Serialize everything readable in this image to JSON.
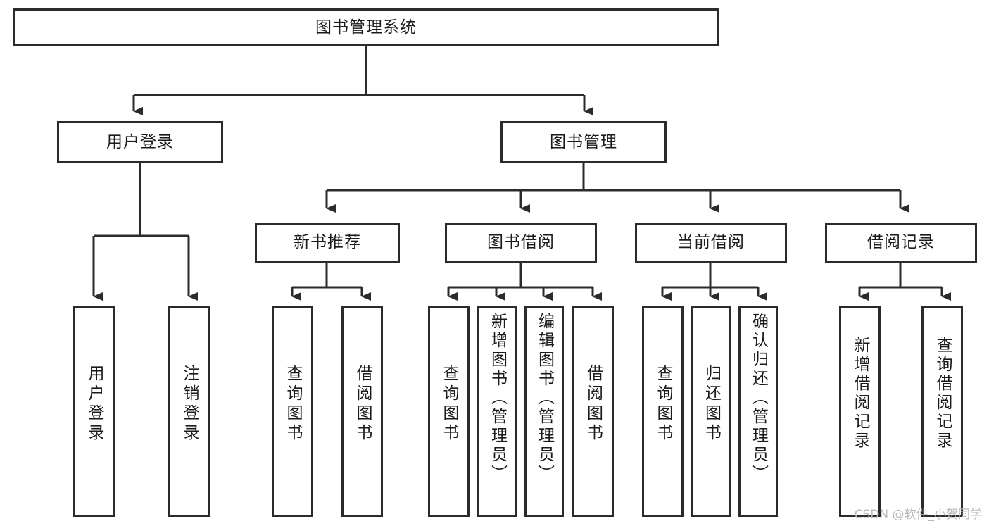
{
  "diagram": {
    "type": "tree-hierarchy-flowchart",
    "title": "图书管理系统",
    "root": {
      "id": "root",
      "label": "图书管理系统"
    },
    "level2": [
      {
        "id": "user-login",
        "label": "用户登录"
      },
      {
        "id": "book-manage",
        "label": "图书管理"
      }
    ],
    "level3": [
      {
        "id": "new-book-recommend",
        "label": "新书推荐",
        "parent": "book-manage"
      },
      {
        "id": "book-borrow",
        "label": "图书借阅",
        "parent": "book-manage"
      },
      {
        "id": "current-borrow",
        "label": "当前借阅",
        "parent": "book-manage"
      },
      {
        "id": "borrow-record",
        "label": "借阅记录",
        "parent": "book-manage"
      }
    ],
    "leaves": [
      {
        "id": "leaf-user-login",
        "label": "用户登录",
        "parent": "user-login"
      },
      {
        "id": "leaf-logout-login",
        "label": "注销登录",
        "parent": "user-login"
      },
      {
        "id": "leaf-query-book-1",
        "label": "查询图书",
        "parent": "new-book-recommend"
      },
      {
        "id": "leaf-borrow-book-1",
        "label": "借阅图书",
        "parent": "new-book-recommend"
      },
      {
        "id": "leaf-query-book-2",
        "label": "查询图书",
        "parent": "book-borrow"
      },
      {
        "id": "leaf-add-book",
        "label": "新增图书（管理员）",
        "parent": "book-borrow"
      },
      {
        "id": "leaf-edit-book",
        "label": "编辑图书（管理员）",
        "parent": "book-borrow"
      },
      {
        "id": "leaf-borrow-book-2",
        "label": "借阅图书",
        "parent": "book-borrow"
      },
      {
        "id": "leaf-query-book-3",
        "label": "查询图书",
        "parent": "current-borrow"
      },
      {
        "id": "leaf-return-book",
        "label": "归还图书",
        "parent": "current-borrow"
      },
      {
        "id": "leaf-confirm-return",
        "label": "确认归还（管理员）",
        "parent": "current-borrow"
      },
      {
        "id": "leaf-add-record",
        "label": "新增借阅记录",
        "parent": "borrow-record"
      },
      {
        "id": "leaf-query-record",
        "label": "查询借阅记录",
        "parent": "borrow-record"
      }
    ],
    "colors": {
      "stroke": "#2b2b2b",
      "fill": "#ffffff",
      "text": "#1b1b1b",
      "watermark": "#b9b9b9"
    }
  },
  "watermark": {
    "text": "CSDN @软件_小贺同学"
  }
}
